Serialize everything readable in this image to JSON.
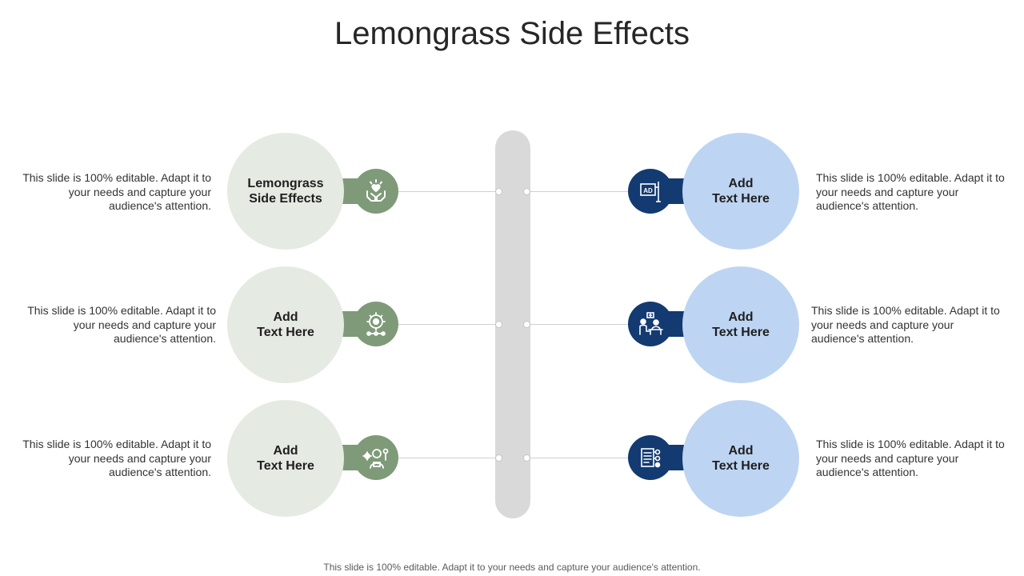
{
  "title": "Lemongrass Side Effects",
  "footer": "This slide is 100% editable. Adapt it to your needs and capture your audience's attention.",
  "colors": {
    "left_circle": "#e5eae3",
    "left_accent": "#7e9a78",
    "right_circle": "#bdd5f3",
    "right_accent": "#133a71",
    "center_bar": "#d9d9d9"
  },
  "left_items": [
    {
      "label": "Lemongrass\nSide Effects",
      "description": "This slide is 100% editable. Adapt it to your needs and capture your audience's attention.",
      "icon": "hands-heart-icon"
    },
    {
      "label": "Add\nText Here",
      "description": "This slide is 100% editable. Adapt it to your needs and capture your audience's attention.",
      "icon": "brain-gear-icon"
    },
    {
      "label": "Add\nText Here",
      "description": "This slide is 100% editable. Adapt it to your needs and capture your audience's attention.",
      "icon": "person-gear-icon"
    }
  ],
  "right_items": [
    {
      "label": "Add\nText Here",
      "description": "This slide is 100% editable. Adapt it to your needs and capture your audience's attention.",
      "icon": "ad-billboard-icon",
      "icon_text": "AD"
    },
    {
      "label": "Add\nText Here",
      "description": "This slide is 100% editable. Adapt it to your needs and capture your audience's attention.",
      "icon": "doctor-desk-icon"
    },
    {
      "label": "Add\nText Here",
      "description": "This slide is 100% editable. Adapt it to your needs and capture your audience's attention.",
      "icon": "document-list-icon"
    }
  ]
}
